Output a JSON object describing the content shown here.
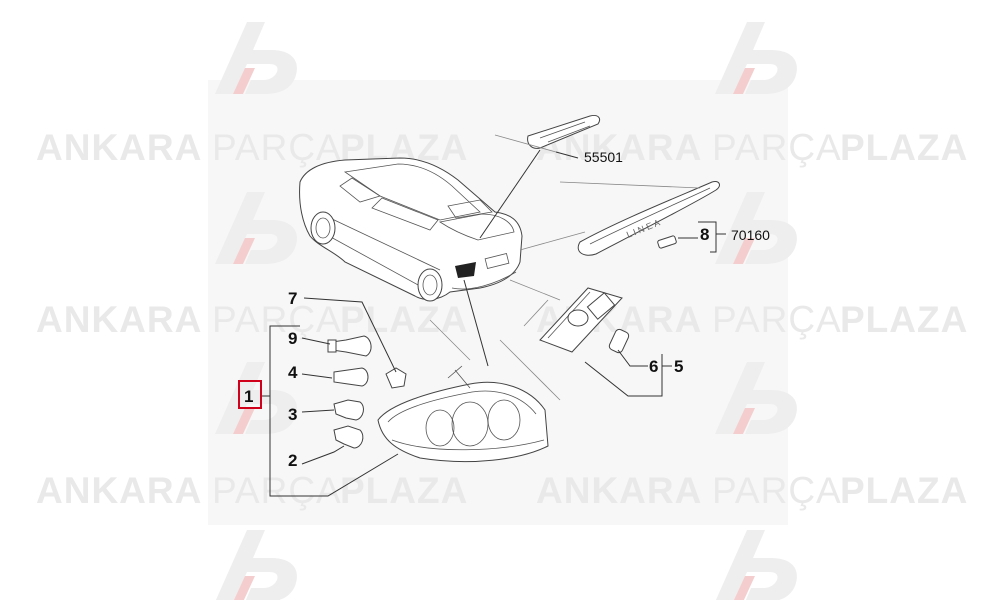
{
  "watermark": {
    "word1": "ANKARA",
    "word2": "PARÇA",
    "word3": "PLAZA",
    "logo_letters": "AP"
  },
  "callouts": {
    "c1": "1",
    "c2": "2",
    "c3": "3",
    "c4": "4",
    "c5": "5",
    "c6": "6",
    "c7": "7",
    "c8": "8",
    "c9": "9"
  },
  "part_numbers": {
    "p55501": "55501",
    "p70160": "70160"
  },
  "highlight_color": "#d0021b"
}
